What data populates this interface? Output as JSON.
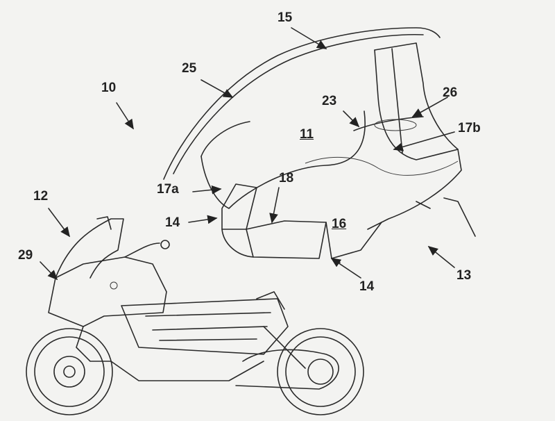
{
  "figure": {
    "labels": {
      "l10": "10",
      "l11": "11",
      "l12": "12",
      "l13": "13",
      "l14a": "14",
      "l14b": "14",
      "l15": "15",
      "l16": "16",
      "l17a": "17a",
      "l17b": "17b",
      "l18": "18",
      "l23": "23",
      "l25": "25",
      "l26": "26",
      "l29": "29"
    }
  }
}
